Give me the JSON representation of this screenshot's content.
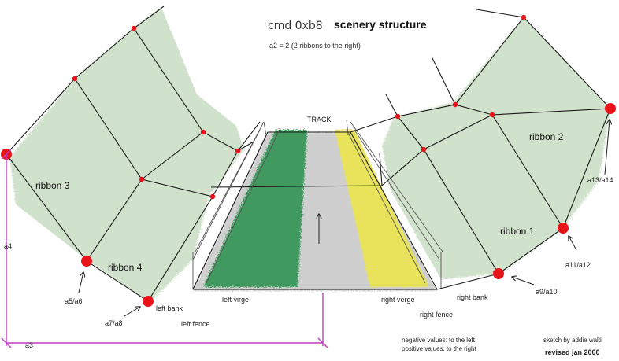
{
  "title": {
    "cmd": "cmd 0xb8",
    "heading": "scenery structure",
    "subtitle": "a2 = 2   (2 ribbons to the right)"
  },
  "track_label": "TRACK",
  "ribbons": {
    "r1": "ribbon 1",
    "r2": "ribbon 2",
    "r3": "ribbon 3",
    "r4": "ribbon 4"
  },
  "param_labels": {
    "a4": "a4",
    "a3": "a3",
    "a5a6": "a5/a6",
    "a7a8": "a7/a8",
    "a9a10": "a9/a10",
    "a11a12": "a11/a12",
    "a13a14": "a13/a14"
  },
  "track_parts": {
    "left_bank": "left bank",
    "left_fence": "left fence",
    "left_virge": "left virge",
    "right_verge": "right verge",
    "right_bank": "right bank",
    "right_fence": "right fence"
  },
  "notes": {
    "negative": "negative values: to the left",
    "positive": "positive values: to the right"
  },
  "credits": {
    "sketch": "sketch by addie walti",
    "revised": "revised jan 2000"
  },
  "colors": {
    "scenery_fill": "#c9ddc4",
    "track_fill": "#cfcfcf",
    "left_verge_fill": "#3f9a5e",
    "right_verge_fill": "#e8e35a",
    "vertex_dot": "#e8141a",
    "dimension_line": "#c03cc0"
  }
}
